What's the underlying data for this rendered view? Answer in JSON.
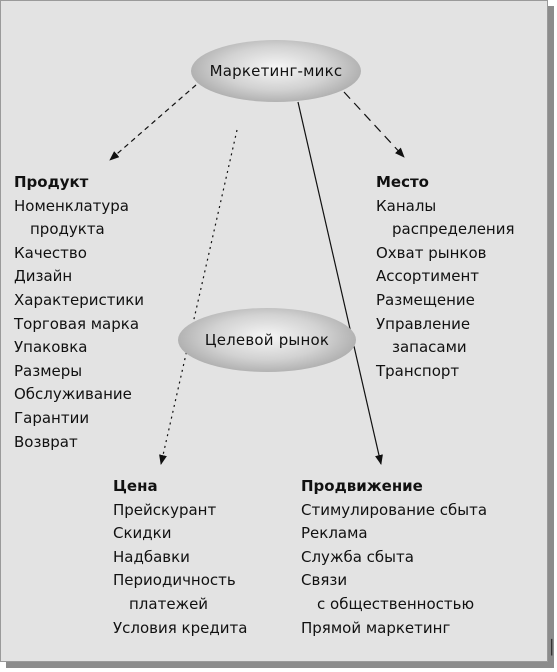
{
  "diagram": {
    "center_top": "Маркетинг-микс",
    "center_middle": "Целевой рынок",
    "product": {
      "title": "Продукт",
      "items": [
        "Номенклатура",
        "продукта",
        "Качество",
        "Дизайн",
        "Характеристики",
        "Торговая марка",
        "Упаковка",
        "Размеры",
        "Обслуживание",
        "Гарантии",
        "Возврат"
      ]
    },
    "place": {
      "title": "Место",
      "items": [
        "Каналы",
        "распределения",
        "Охват рынков",
        "Ассортимент",
        "Размещение",
        "Управление",
        "запасами",
        "Транспорт"
      ]
    },
    "price": {
      "title": "Цена",
      "items": [
        "Прейскурант",
        "Скидки",
        "Надбавки",
        "Периодичность",
        "платежей",
        "Условия кредита"
      ]
    },
    "promotion": {
      "title": "Продвижение",
      "items": [
        "Стимулирование сбыта",
        "Реклама",
        "Служба сбыта",
        "Связи",
        "с общественностью",
        "Прямой маркетинг"
      ]
    },
    "colors": {
      "frame_bg": "#e3e3e3",
      "shadow": "#8c8c8c",
      "text": "#111111"
    }
  }
}
